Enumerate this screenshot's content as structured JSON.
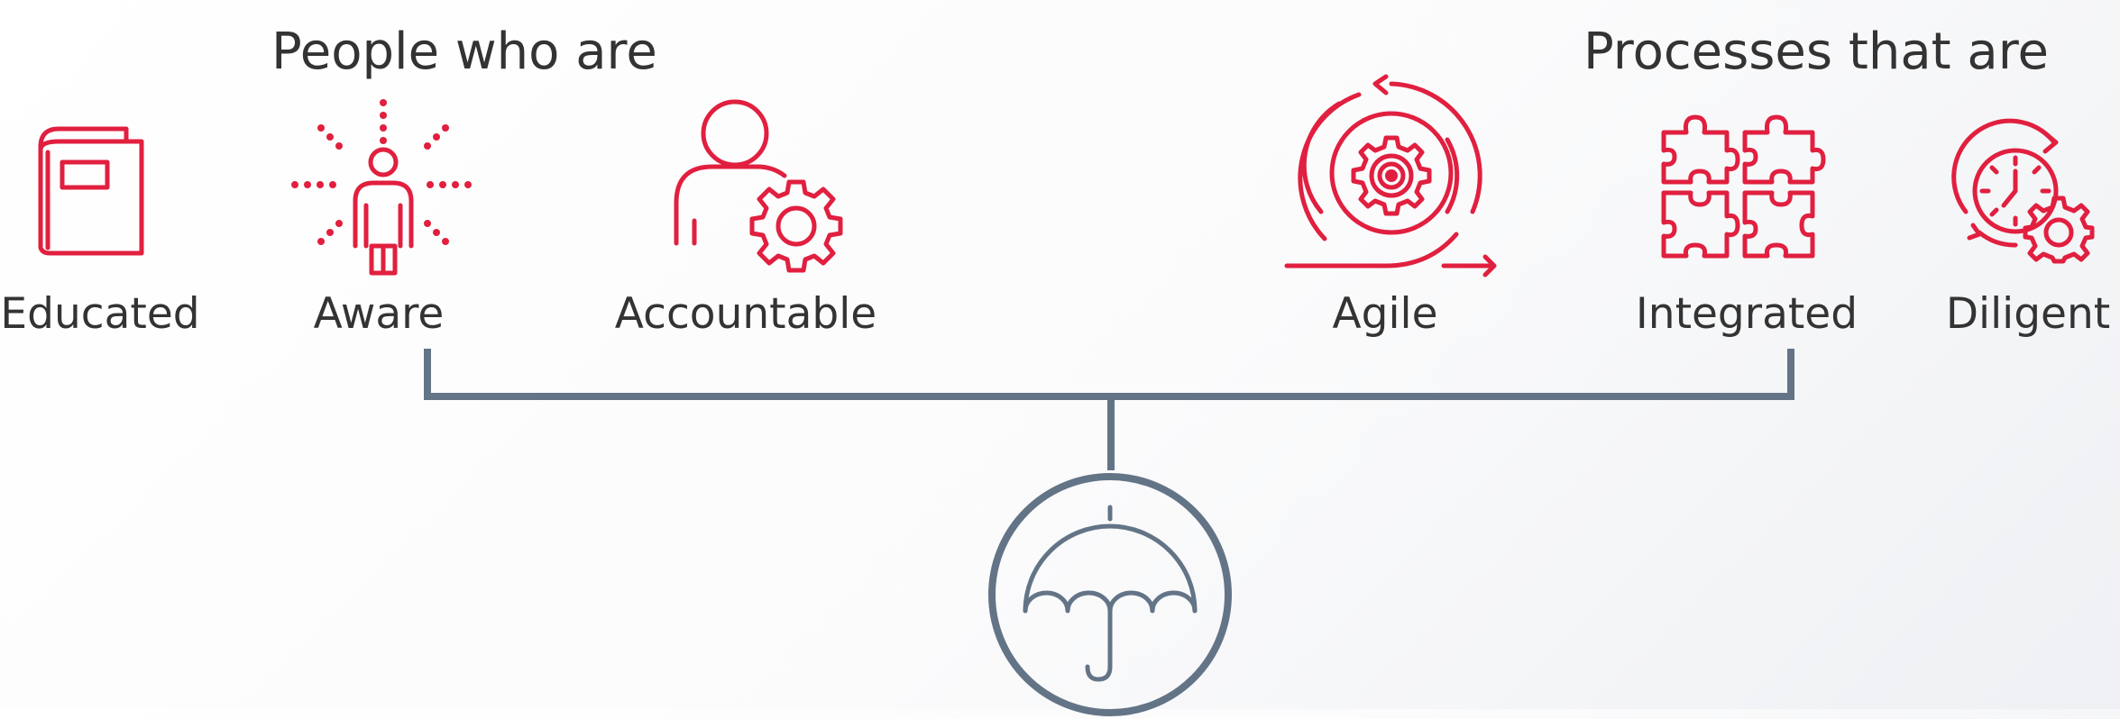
{
  "headings": {
    "people": "People who are",
    "processes": "Processes that are"
  },
  "people": [
    {
      "label": "Educated",
      "icon": "book-icon"
    },
    {
      "label": "Aware",
      "icon": "aware-person-icon"
    },
    {
      "label": "Accountable",
      "icon": "person-gear-icon"
    }
  ],
  "processes": [
    {
      "label": "Agile",
      "icon": "agile-cycle-gear-icon"
    },
    {
      "label": "Integrated",
      "icon": "puzzle-icon"
    },
    {
      "label": "Diligent",
      "icon": "clock-gear-icon"
    }
  ],
  "center": {
    "icon": "umbrella-icon"
  },
  "colors": {
    "accent": "#E11F3F",
    "connector": "#637487",
    "text": "#333333"
  }
}
